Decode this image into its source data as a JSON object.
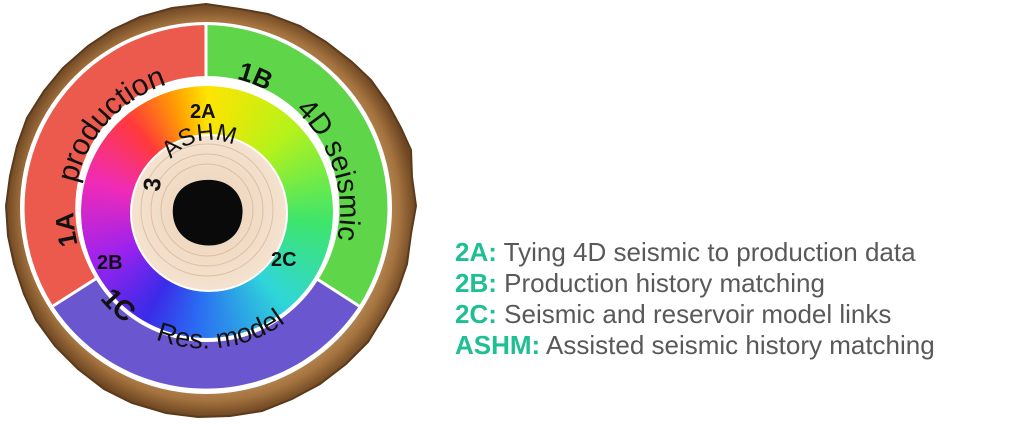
{
  "diagram": {
    "outer_segments": {
      "s1a": {
        "code": "1A",
        "name": "production",
        "color": "#ec5a4e"
      },
      "s1b": {
        "code": "1B",
        "name": "4D seismic",
        "color": "#5fd54a"
      },
      "s1c": {
        "code": "1C",
        "name": "Res. model",
        "color": "#6a57cf"
      }
    },
    "inner_labels": {
      "a": "2A",
      "b": "2B",
      "c": "2C"
    },
    "core": {
      "number": "3",
      "label": "ASHM"
    }
  },
  "legend": {
    "items": [
      {
        "key": "2A:",
        "text": "Tying 4D seismic to production data"
      },
      {
        "key": "2B:",
        "text": "Production history matching"
      },
      {
        "key": "2C:",
        "text": "Seismic and reservoir model links"
      },
      {
        "key": "ASHM:",
        "text": "Assisted seismic history matching"
      }
    ],
    "key_color": "#1fbf94",
    "text_color": "#595959"
  }
}
